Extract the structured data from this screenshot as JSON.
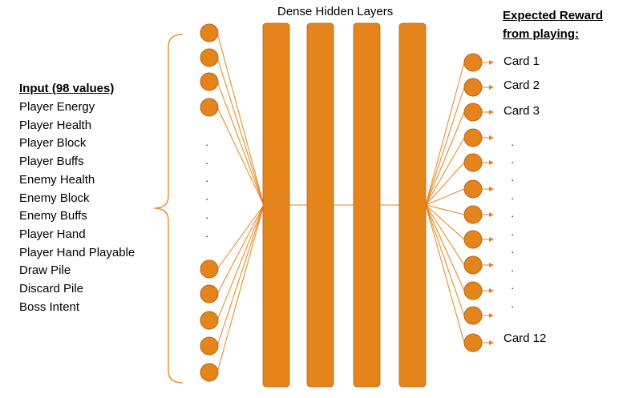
{
  "title": "Dense Hidden Layers",
  "input": {
    "heading": "Input (98 values)",
    "items": [
      "Player Energy",
      "Player Health",
      "Player Block",
      "Player Buffs",
      "Enemy Health",
      "Enemy Block",
      "Enemy Buffs",
      "Player Hand",
      "Player Hand Playable",
      "Draw Pile",
      "Discard Pile",
      "Boss Intent"
    ]
  },
  "output": {
    "heading_line1": "Expected Reward",
    "heading_line2": "from playing:",
    "labels": [
      "Card 1",
      "Card 2",
      "Card 3",
      "Card 12"
    ]
  },
  "colors": {
    "node_fill": "#E5841A",
    "node_stroke": "#B5651A",
    "layer_fill": "#E5841A",
    "connection": "#E5841A",
    "bracket": "#E5841A"
  }
}
